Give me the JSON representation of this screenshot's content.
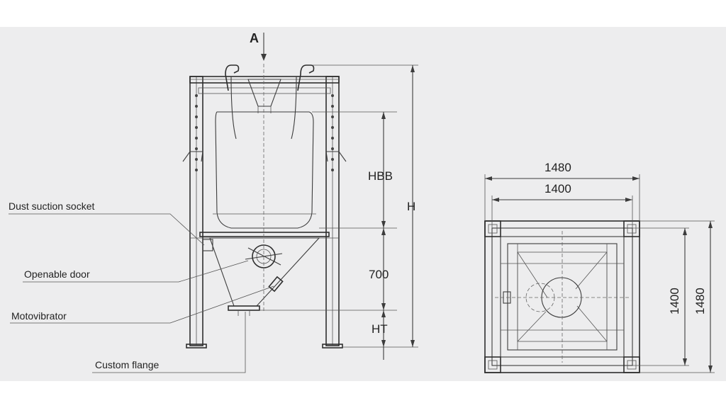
{
  "view_marker": "A",
  "front_view": {
    "labels": {
      "dust_suction_socket": "Dust suction socket",
      "openable_door": "Openable door",
      "motovibrator": "Motovibrator",
      "custom_flange": "Custom flange"
    },
    "dimensions": {
      "total_height": "H",
      "bag_height": "HBB",
      "hopper_height": "700",
      "bottom_height": "HT"
    }
  },
  "top_view": {
    "width_outer": "1480",
    "width_inner": "1400",
    "depth_inner": "1400",
    "depth_outer": "1480"
  },
  "colors": {
    "background": "#ededee",
    "line": "#3c3c3c"
  }
}
